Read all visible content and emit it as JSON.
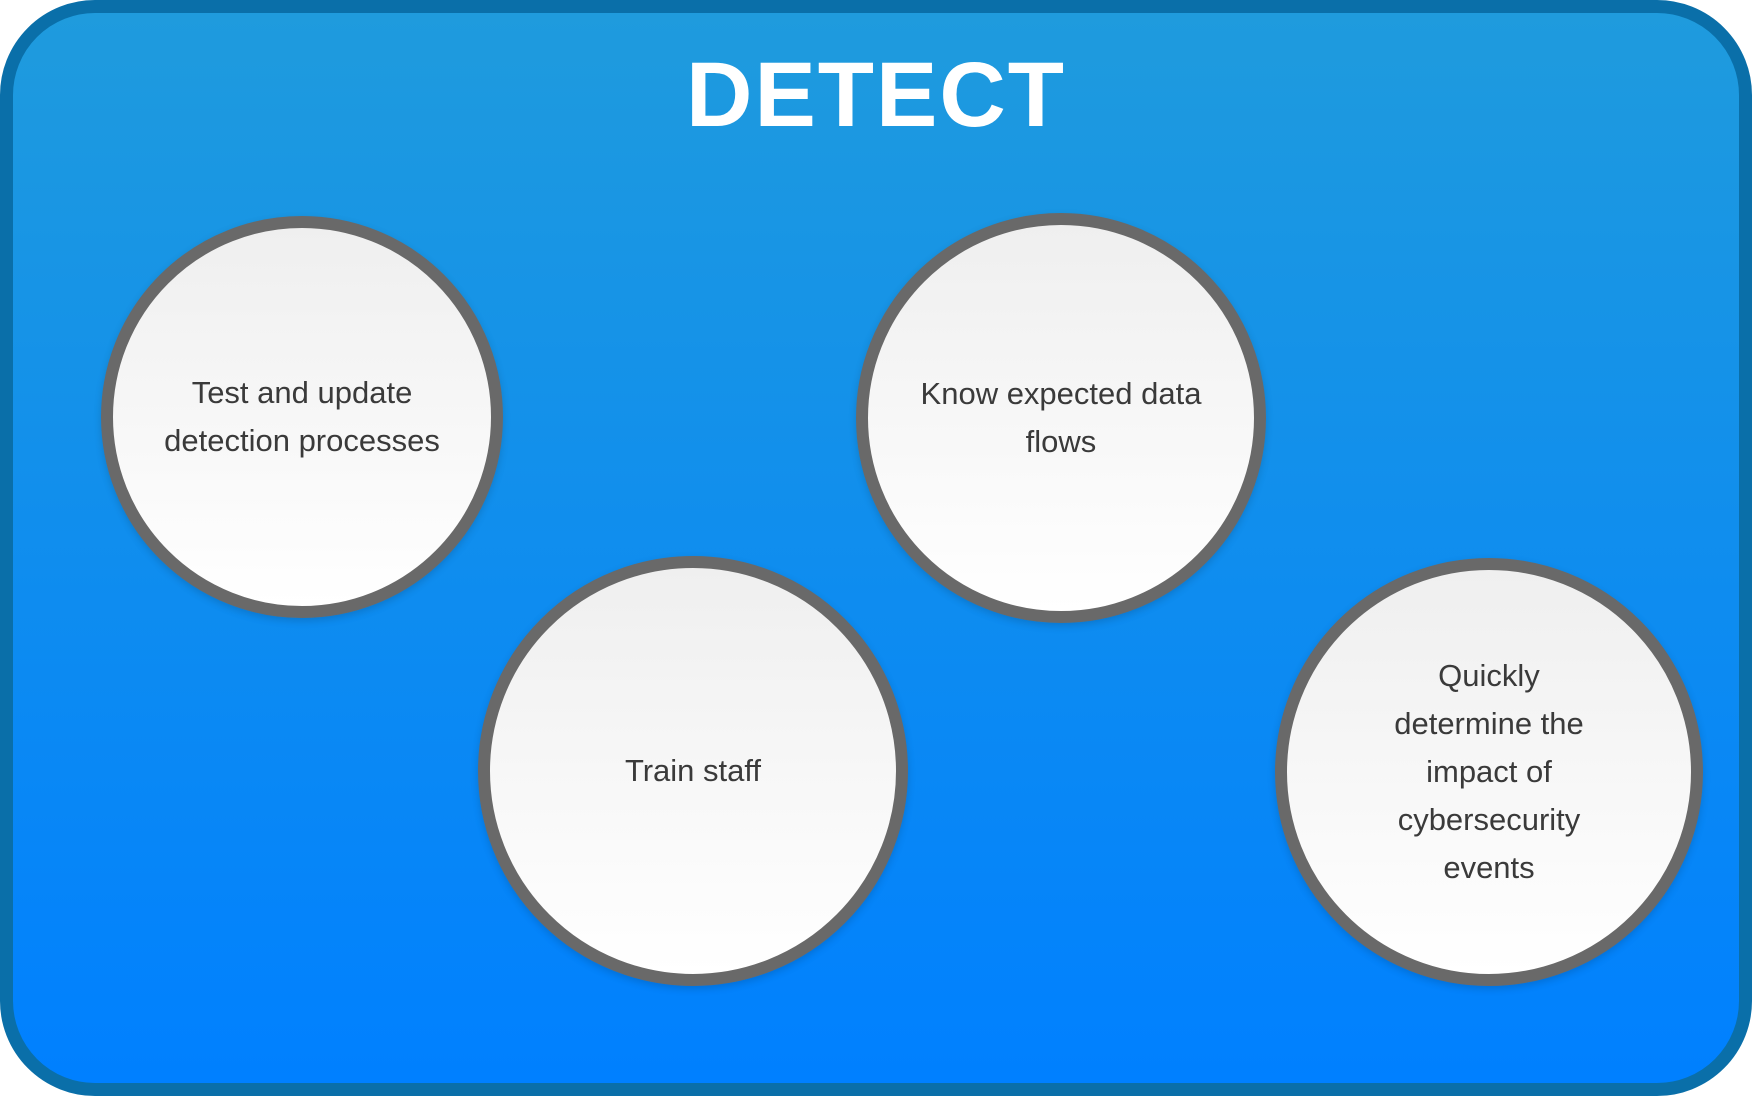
{
  "title": "DETECT",
  "colors": {
    "panel_border": "#0a6fa9",
    "panel_gradient_top": "#1f9bdd",
    "panel_gradient_bottom": "#0080ff",
    "circle_border": "#696969",
    "circle_fill_top": "#efefef",
    "circle_fill_bottom": "#ffffff",
    "label_text": "#3a3a3a",
    "title_text": "#ffffff"
  },
  "circles": [
    {
      "id": "test-and-update-detection-processes",
      "label": "Test and update\ndetection processes"
    },
    {
      "id": "know-expected-data-flows",
      "label": "Know expected data\nflows"
    },
    {
      "id": "train-staff",
      "label": "Train staff"
    },
    {
      "id": "quickly-determine-impact",
      "label": "Quickly\ndetermine the\nimpact of\ncybersecurity\nevents"
    }
  ]
}
